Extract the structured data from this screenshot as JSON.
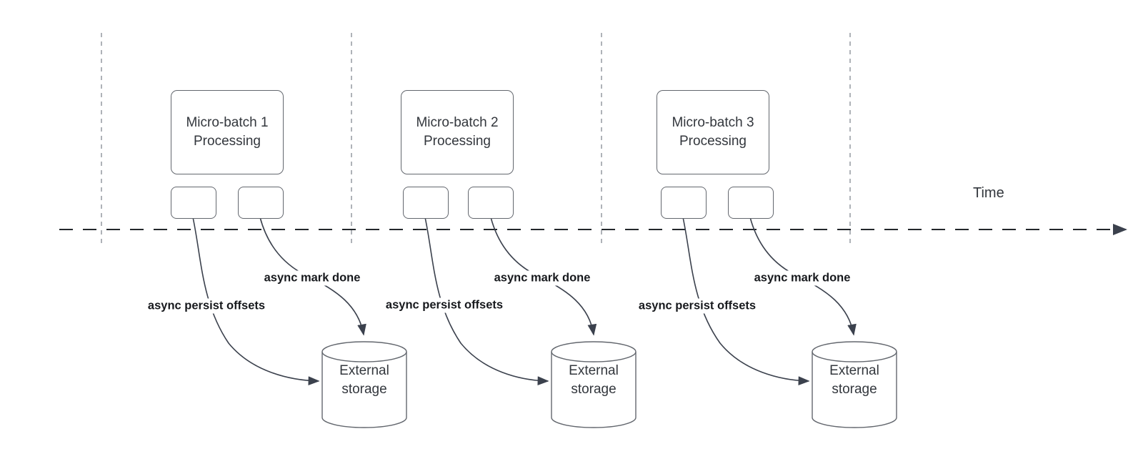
{
  "time_axis_label": "Time",
  "sections": [
    {
      "processing_box": {
        "line1": "Micro-batch 1",
        "line2": "Processing"
      },
      "persist_arrow_label": "async persist offsets",
      "mark_done_arrow_label": "async mark done",
      "storage": {
        "line1": "External",
        "line2": "storage"
      }
    },
    {
      "processing_box": {
        "line1": "Micro-batch 2",
        "line2": "Processing"
      },
      "persist_arrow_label": "async persist offsets",
      "mark_done_arrow_label": "async mark done",
      "storage": {
        "line1": "External",
        "line2": "storage"
      }
    },
    {
      "processing_box": {
        "line1": "Micro-batch 3",
        "line2": "Processing"
      },
      "persist_arrow_label": "async persist offsets",
      "mark_done_arrow_label": "async mark done",
      "storage": {
        "line1": "External",
        "line2": "storage"
      }
    }
  ],
  "colors": {
    "background": "#ffffff",
    "shape_border": "#63676e",
    "shape_text": "#33373d",
    "arrow_stroke": "#3b414d",
    "arrow_label_text": "#17191d",
    "time_axis": "#23272b",
    "guide_line": "#9ba0a6"
  }
}
